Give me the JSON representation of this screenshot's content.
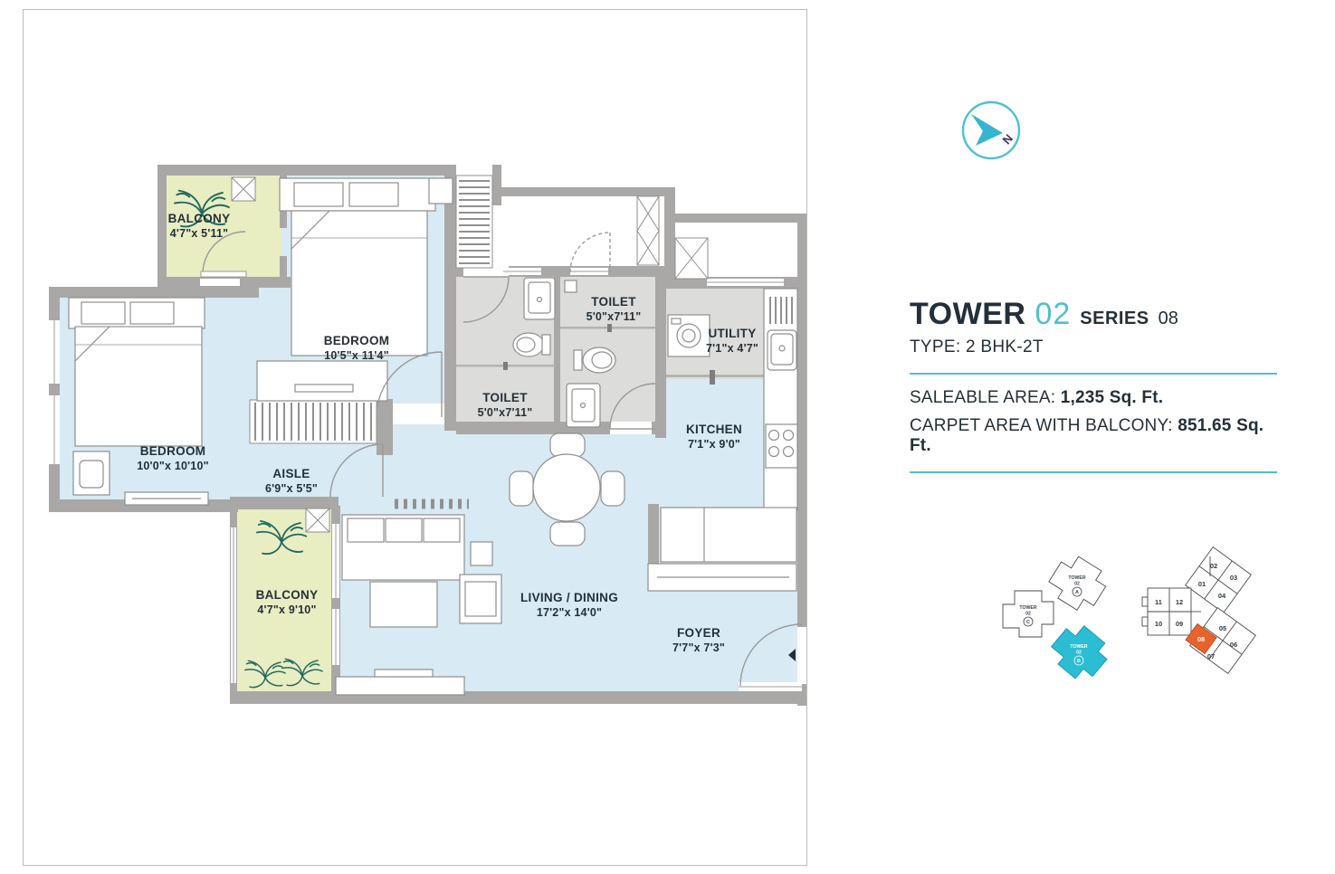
{
  "info": {
    "tower_word": "TOWER",
    "tower_num": "02",
    "series_word": "SERIES",
    "series_num": "08",
    "type_line": "TYPE: 2 BHK-2T",
    "saleable_label": "SALEABLE AREA:",
    "saleable_value": "1,235",
    "saleable_unit": "Sq. Ft.",
    "carpet_label": "CARPET AREA WITH BALCONY:",
    "carpet_value": "851.65",
    "carpet_unit": "Sq. Ft."
  },
  "compass": {
    "n": "N"
  },
  "rooms": [
    {
      "id": "balcony-top",
      "name": "BALCONY",
      "dims": "4'7\"x 5'11\""
    },
    {
      "id": "bedroom-top",
      "name": "BEDROOM",
      "dims": "10'5\"x 11'4\""
    },
    {
      "id": "bedroom-left",
      "name": "BEDROOM",
      "dims": "10'0\"x 10'10\""
    },
    {
      "id": "aisle",
      "name": "AISLE",
      "dims": "6'9\"x 5'5\""
    },
    {
      "id": "toilet-common",
      "name": "TOILET",
      "dims": "5'0\"x7'11\""
    },
    {
      "id": "toilet-master",
      "name": "TOILET",
      "dims": "5'0\"x7'11\""
    },
    {
      "id": "utility",
      "name": "UTILITY",
      "dims": "7'1\"x 4'7\""
    },
    {
      "id": "kitchen",
      "name": "KITCHEN",
      "dims": "7'1\"x 9'0\""
    },
    {
      "id": "living-dining",
      "name": "LIVING / DINING",
      "dims": "17'2\"x 14'0\""
    },
    {
      "id": "foyer",
      "name": "FOYER",
      "dims": "7'7\"x 7'3\""
    },
    {
      "id": "balcony-bottom",
      "name": "BALCONY",
      "dims": "4'7\"x 9'10\""
    }
  ],
  "keyplan_towers": {
    "a": {
      "line1": "TOWER",
      "line2": "02",
      "badge": "A"
    },
    "c": {
      "line1": "TOWER",
      "line2": "02",
      "badge": "C"
    },
    "b": {
      "line1": "TOWER",
      "line2": "02",
      "badge": "B"
    }
  },
  "keyplan_units": {
    "n01": "01",
    "n02": "02",
    "n03": "03",
    "n04": "04",
    "n05": "05",
    "n06": "06",
    "n07": "07",
    "n08": "08",
    "n09": "09",
    "n10": "10",
    "n11": "11",
    "n12": "12",
    "highlighted": "08"
  },
  "colors": {
    "accent_teal": "#4ec0d2",
    "highlight_orange": "#e8632c",
    "room_blue": "#d8eaf3",
    "balcony_green": "#e9edc2",
    "wet_gray": "#dcdcda",
    "wall_gray": "#a9a8a6",
    "text_dark": "#243039",
    "plant_green": "#20695f",
    "tower_b_teal": "#2abdd3"
  }
}
